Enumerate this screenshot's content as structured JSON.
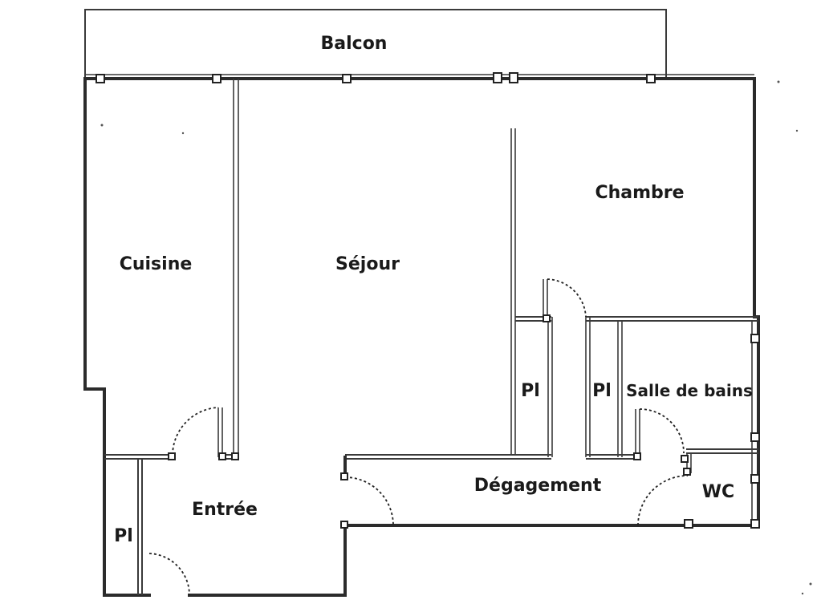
{
  "rooms": {
    "balcon": "Balcon",
    "cuisine": "Cuisine",
    "sejour": "Séjour",
    "chambre": "Chambre",
    "pl_chambre": "Pl",
    "pl_bain": "Pl",
    "salle_de_bains": "Salle de bains",
    "entree": "Entrée",
    "pl_entree": "Pl",
    "degagement": "Dégagement",
    "wc": "WC"
  },
  "colors": {
    "wall": "#2b2b2b",
    "background": "#ffffff"
  }
}
